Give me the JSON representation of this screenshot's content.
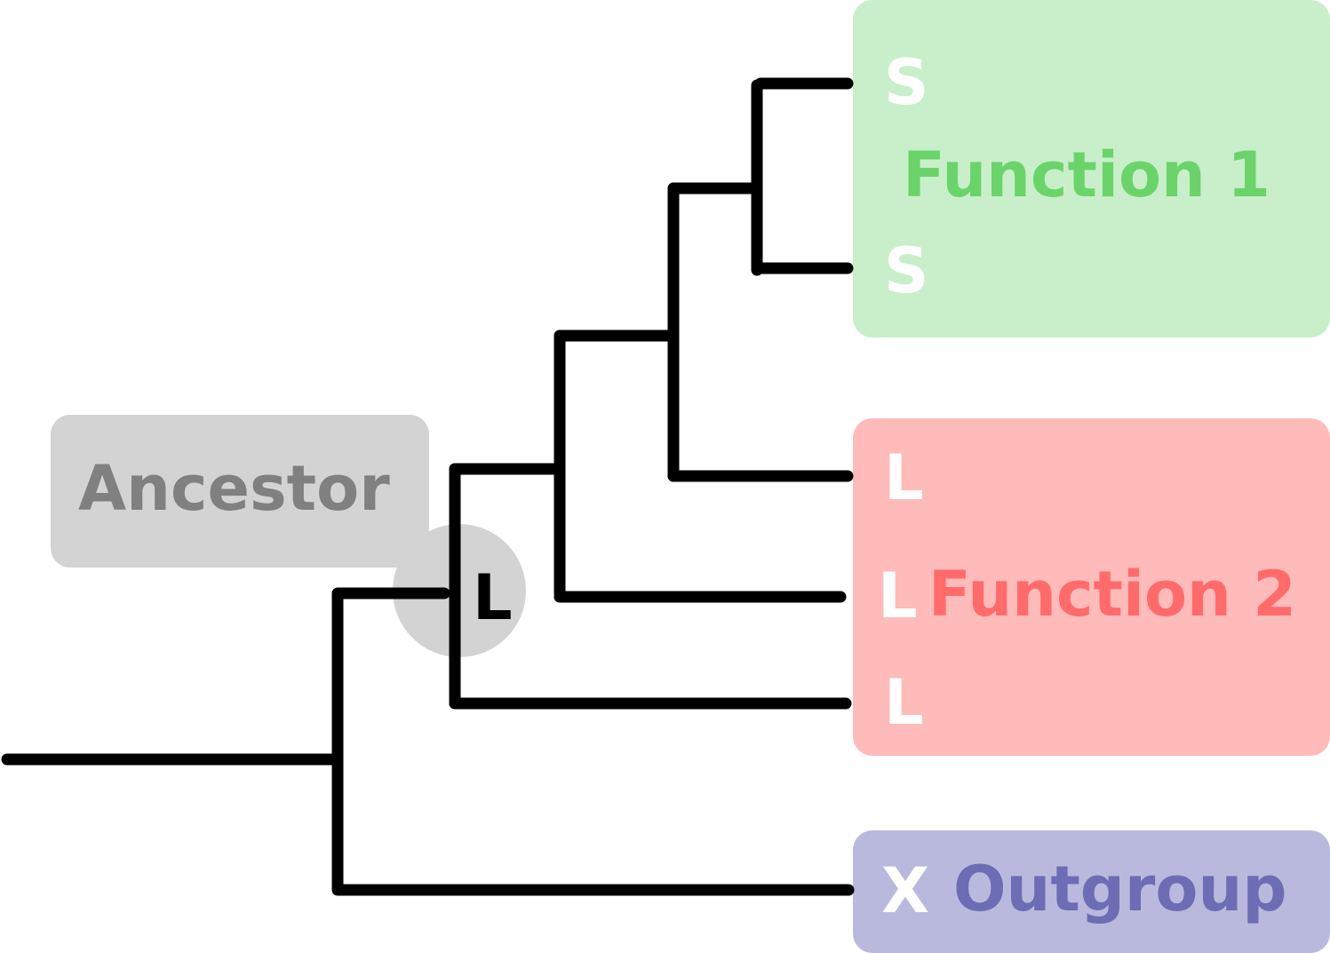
{
  "groups": {
    "function1": {
      "label": "Function 1",
      "color": "#6ad46b",
      "fill": "#c9efca"
    },
    "function2": {
      "label": "Function 2",
      "color": "#ff6b6b",
      "fill": "#ffbaba"
    },
    "outgroup": {
      "label": "Outgroup",
      "color": "#6d6db5",
      "fill": "#b9b9dd"
    },
    "ancestor": {
      "label": "Ancestor",
      "color": "#808080",
      "fill": "#d3d3d3"
    }
  },
  "ancestor_node": {
    "label": "L"
  },
  "leaves": [
    {
      "label": "S",
      "group": "function1"
    },
    {
      "label": "S",
      "group": "function1"
    },
    {
      "label": "L",
      "group": "function2"
    },
    {
      "label": "L",
      "group": "function2"
    },
    {
      "label": "L",
      "group": "function2"
    },
    {
      "label": "X",
      "group": "outgroup"
    }
  ]
}
